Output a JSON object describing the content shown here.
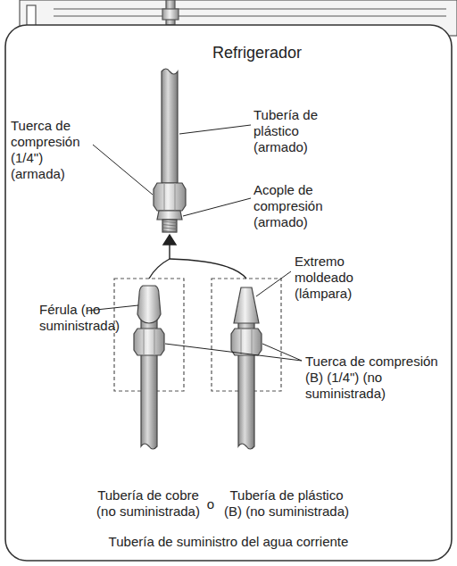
{
  "diagram": {
    "title": "Refrigerador",
    "caption": "Tubería de suministro del agua corriente",
    "labels": [
      "Tubería de plástico (armado)",
      "Tuerca de compresión (1/4\") (armada)",
      "Acople de compresión (armado)",
      "Extremo moldeado (lámpara)",
      "Férula (no suministrada)",
      "Tuerca de compresión (B) (1/4\") (no suministrada)",
      "Tubería de cobre (no suministrada)",
      "o",
      "Tubería de plástico (B) (no suministrada)"
    ]
  }
}
